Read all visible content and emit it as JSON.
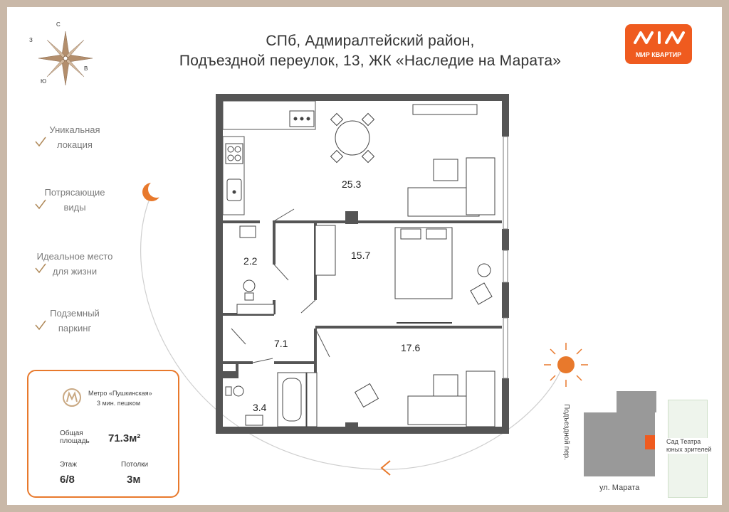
{
  "header": {
    "title_line1": "СПб, Адмиралтейский район,",
    "title_line2": "Подъездной переулок, 13, ЖК «Наследие на Марата»"
  },
  "compass": {
    "n": "С",
    "w": "З",
    "e": "В",
    "s": "Ю"
  },
  "logo": {
    "text": "МИР КВАРТИР",
    "color": "#ef5b1f"
  },
  "features": [
    {
      "line1": "Уникальная",
      "line2": "локация"
    },
    {
      "line1": "Потрясающие",
      "line2": "виды"
    },
    {
      "line1": "Идеальное место",
      "line2": "для жизни"
    },
    {
      "line1": "Подземный",
      "line2": "паркинг"
    }
  ],
  "info_card": {
    "metro_line1": "Метро «Пушкинская»",
    "metro_line2": "3 мин. пешком",
    "area_label_line1": "Общая",
    "area_label_line2": "площадь",
    "area_value": "71.3",
    "area_unit": "м²",
    "floor_label": "Этаж",
    "floor_value": "6/8",
    "ceiling_label": "Потолки",
    "ceiling_value": "3м",
    "accent_color": "#e8792c"
  },
  "rooms": {
    "living": "25.3",
    "bedroom": "15.7",
    "room3": "17.6",
    "wc1": "2.2",
    "hall": "7.1",
    "bath": "3.4"
  },
  "location_map": {
    "street_side": "Подъездной пер.",
    "street_bottom": "ул. Марата",
    "garden_line1": "Сад Театра",
    "garden_line2": "юных зрителей"
  },
  "colors": {
    "wall": "#555555",
    "orange": "#e8792c",
    "check": "#b08a5a"
  }
}
